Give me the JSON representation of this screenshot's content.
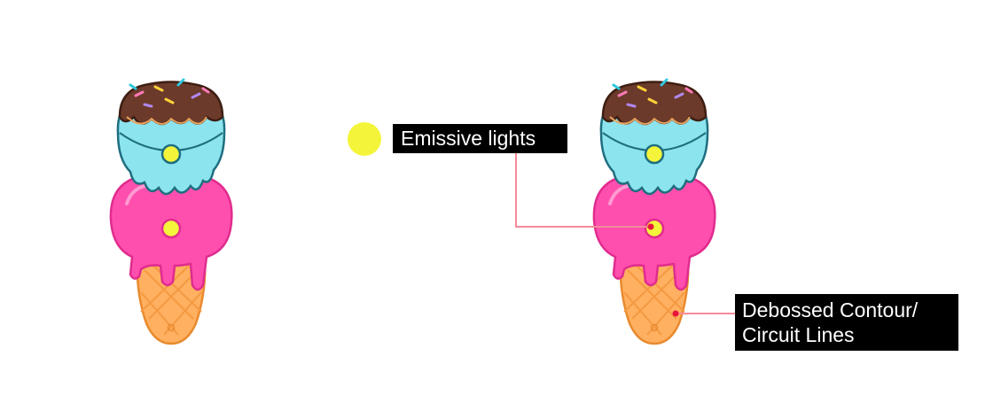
{
  "legend": {
    "emissive_label": "Emissive lights",
    "debossed_label_line1": "Debossed Contour/",
    "debossed_label_line2": "Circuit Lines"
  },
  "colors": {
    "emissive": "#F4F53A",
    "callout_line": "#F48A9A",
    "callout_dot": "#E8143C",
    "top_scoop": "#8CE4EE",
    "chocolate": "#6B3A2A",
    "pink_scoop": "#FF4FAE",
    "cone": "#FFB060",
    "outline": "#1F4E66"
  }
}
